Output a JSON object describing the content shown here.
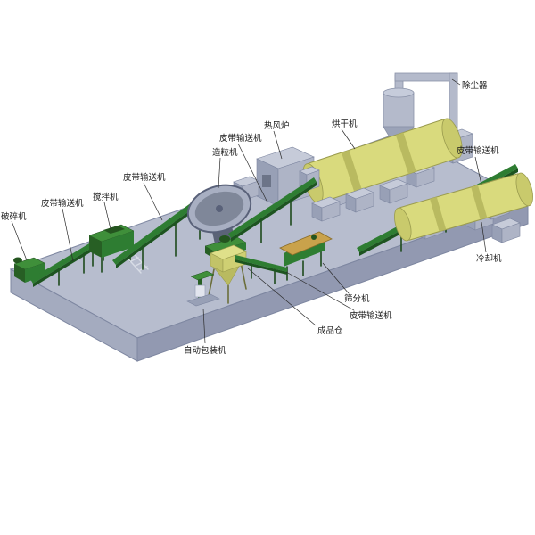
{
  "labels": {
    "crusher": {
      "text": "破碎机"
    },
    "conveyor1": {
      "text": "皮带输送机"
    },
    "mixer": {
      "text": "搅拌机"
    },
    "conveyor2": {
      "text": "皮带输送机"
    },
    "conveyor3": {
      "text": "皮带输送机"
    },
    "granulator": {
      "text": "造粒机"
    },
    "stove": {
      "text": "热风炉"
    },
    "dryer": {
      "text": "烘干机"
    },
    "dust": {
      "text": "除尘器"
    },
    "conveyor4": {
      "text": "皮带输送机"
    },
    "cooler": {
      "text": "冷却机"
    },
    "screen": {
      "text": "筛分机"
    },
    "conveyor5": {
      "text": "皮带输送机"
    },
    "bin": {
      "text": "成品仓"
    },
    "packer": {
      "text": "自动包装机"
    }
  },
  "colors": {
    "platform_top": "#b7bdce",
    "platform_front": "#9299b1",
    "platform_side": "#a4abbf",
    "box_top": "#c6cbd9",
    "box_front": "#98a0b6",
    "box_right": "#aeb4c6",
    "drum": "#d9da7d",
    "drum_band": "#b9ba60",
    "drum_cap": "#c9ca6c",
    "belt": "#2e7d32",
    "belt_dark": "#1d5420",
    "belt_top": "#3f8f3a",
    "accent": "#c9a24b",
    "pipe": "#b4bacb",
    "label": "#1a1a1a"
  }
}
